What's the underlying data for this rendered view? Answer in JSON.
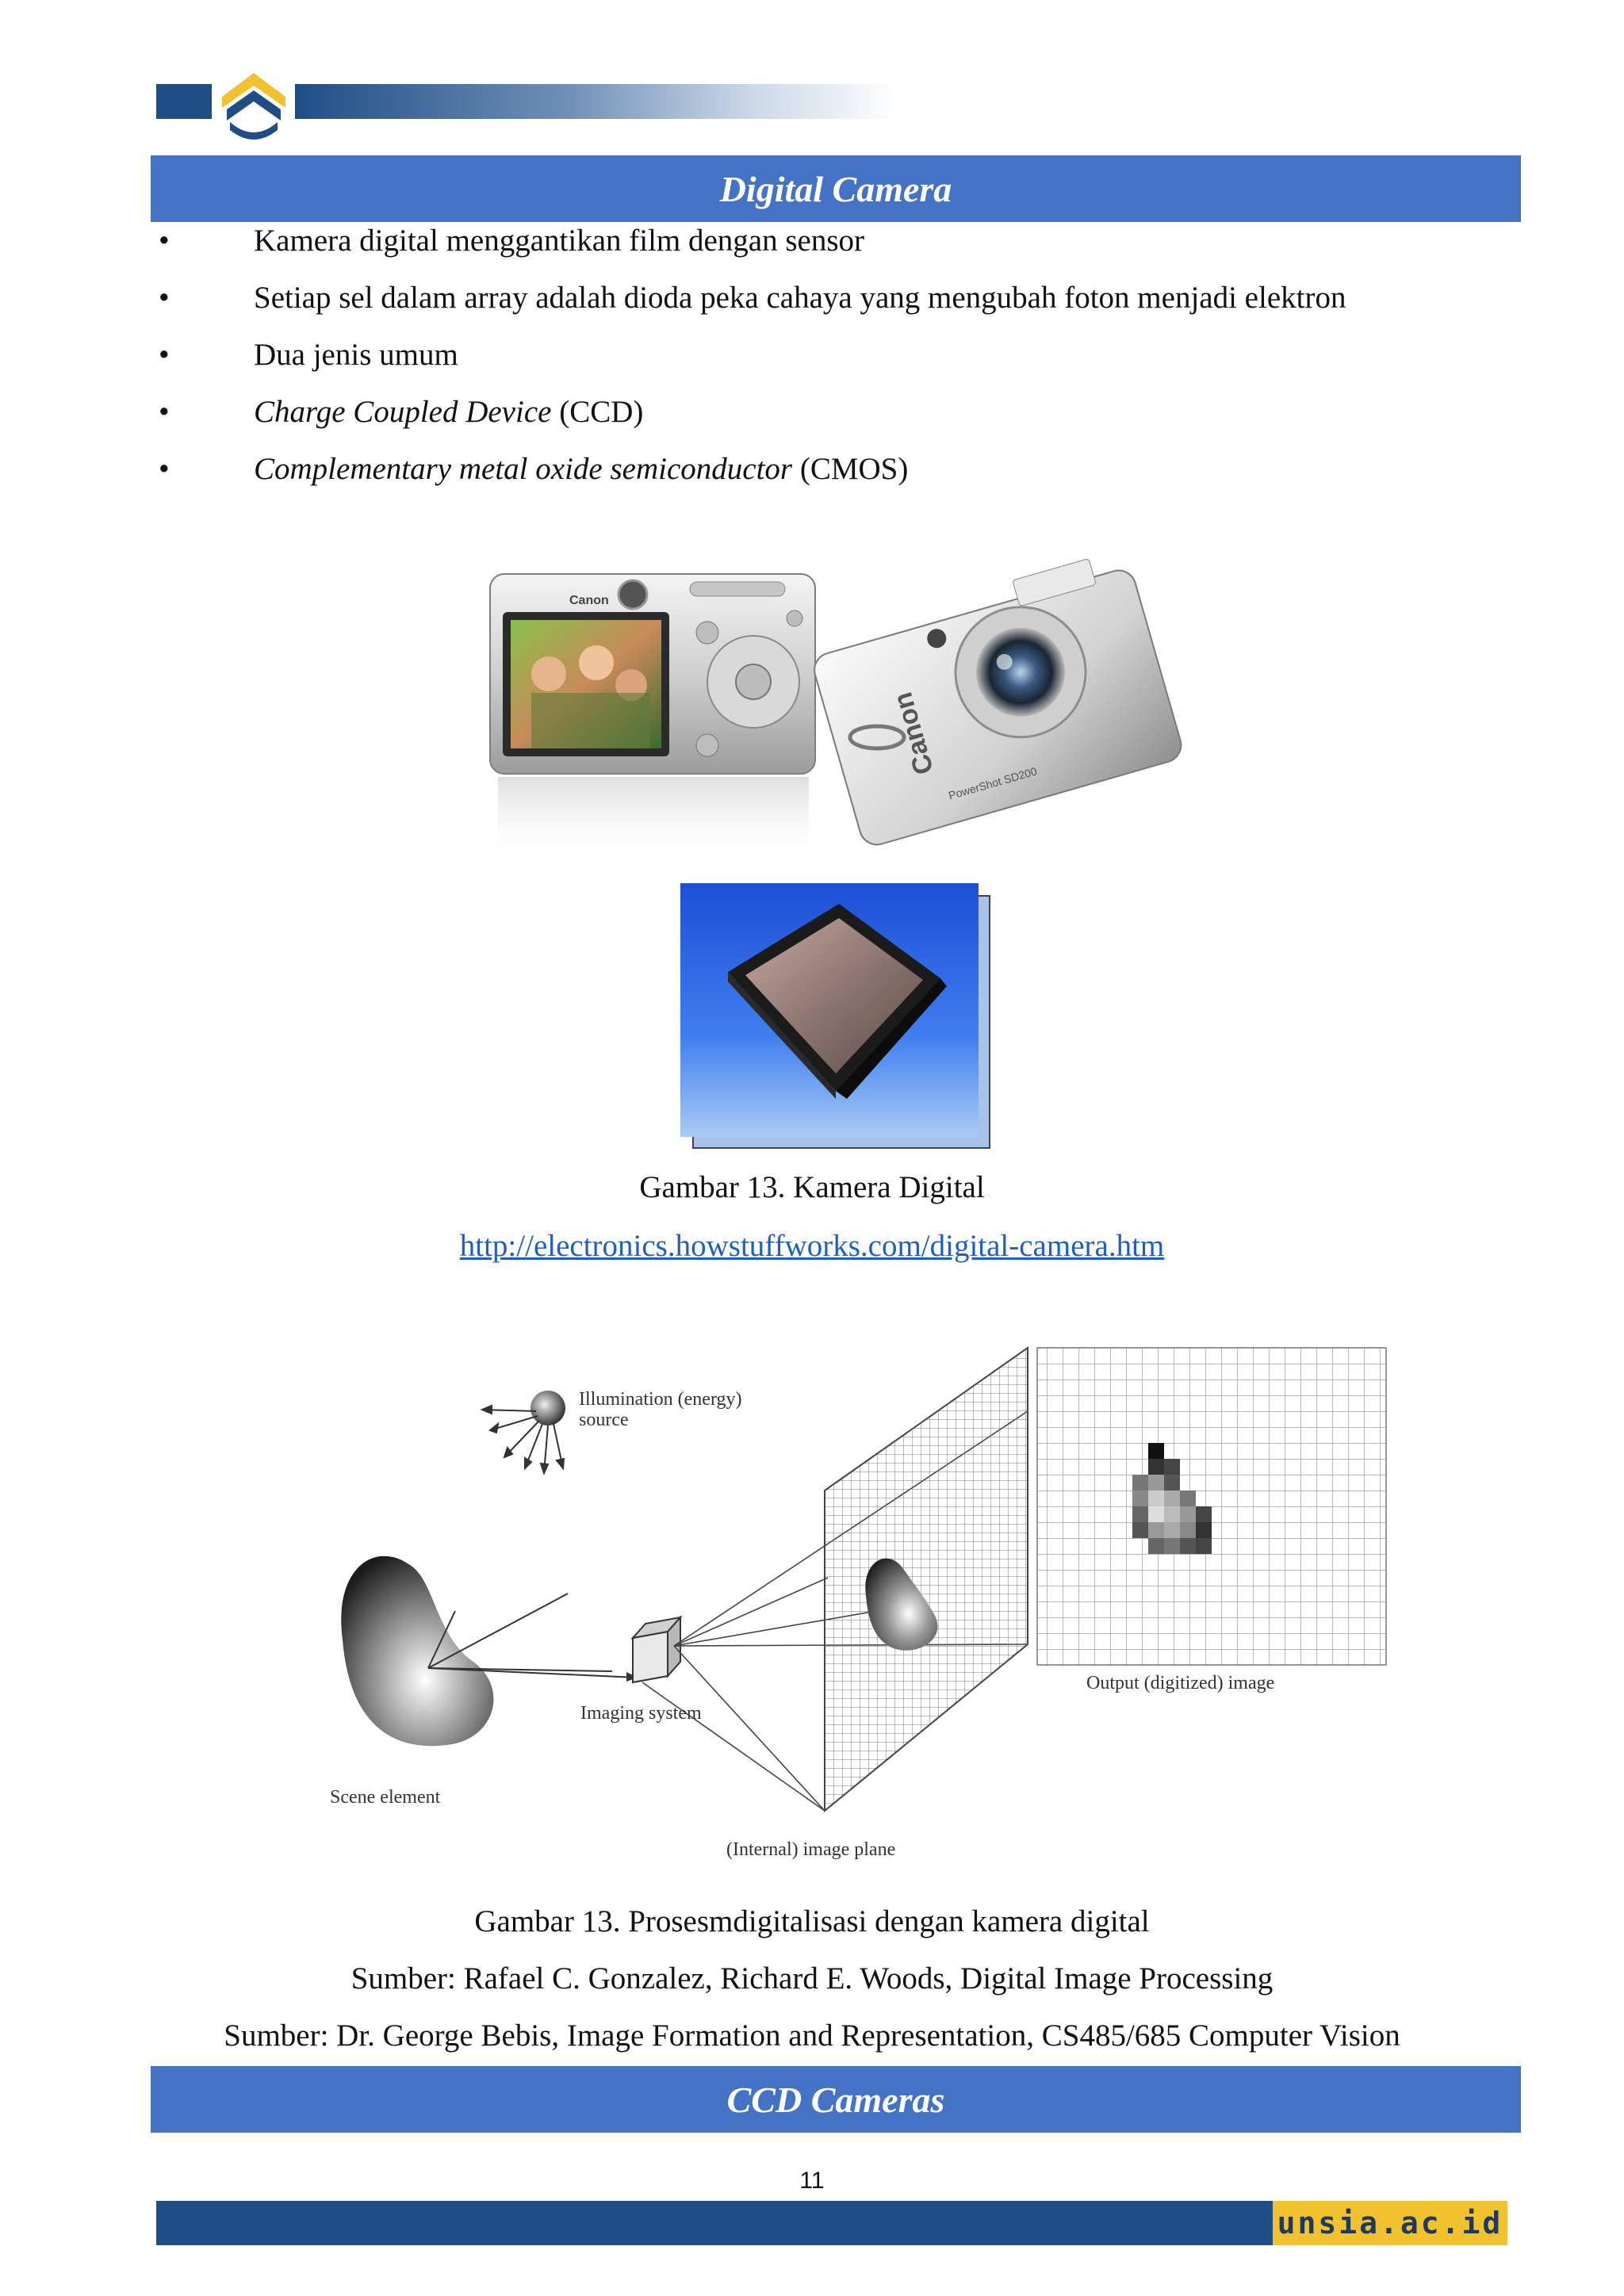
{
  "header": {
    "section_title": "Digital Camera"
  },
  "bullets": [
    {
      "italic": "",
      "text": "Kamera digital menggantikan film dengan sensor"
    },
    {
      "italic": "",
      "text": "Setiap sel dalam array adalah dioda peka cahaya yang mengubah foton menjadi elektron"
    },
    {
      "italic": "",
      "text": "Dua jenis umum"
    },
    {
      "italic": "Charge Coupled Device",
      "text": " (CCD)"
    },
    {
      "italic": "Complementary metal oxide semiconductor",
      "text": " (CMOS)"
    }
  ],
  "bullet_char": "•",
  "figure1": {
    "camera_brand": "Canon",
    "camera_model": "PowerShot SD200",
    "caption": "Gambar 13. Kamera Digital",
    "link": "http://electronics.howstuffworks.com/digital-camera.htm"
  },
  "figure2": {
    "labels": {
      "illumination": "Illumination (energy)",
      "illumination_2": "source",
      "output": "Output (digitized) image",
      "imaging": "Imaging system",
      "image_plane": "(Internal) image plane",
      "scene": "Scene element"
    },
    "caption": "Gambar 13. Prosesmdigitalisasi dengan kamera digital",
    "source_1": "Sumber: Rafael C. Gonzalez, Richard E. Woods, Digital Image Processing",
    "source_2": "Sumber: Dr. George Bebis, Image Formation and Representation, CS485/685 Computer Vision"
  },
  "section2": {
    "title": "CCD Cameras"
  },
  "footer": {
    "page_number": "11",
    "site": "unsia.ac.id"
  },
  "colors": {
    "section_bar": "#4472c4",
    "header_blue": "#1f4e86",
    "footer_gold": "#f2c12e",
    "link": "#1f5fbf"
  }
}
